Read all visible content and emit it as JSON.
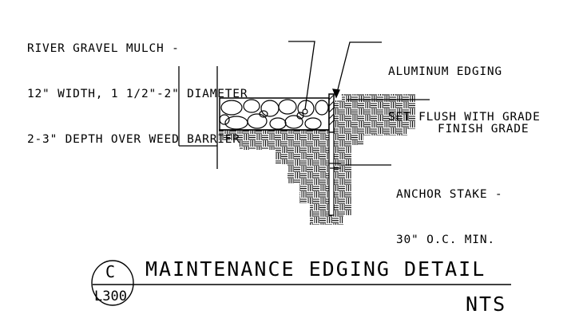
{
  "notes": {
    "gravel_line1": "RIVER GRAVEL MULCH -",
    "gravel_line2": "12\" WIDTH, 1 1/2\"-2\" DIAMETER",
    "gravel_line3": "2-3\" DEPTH OVER WEED BARRIER",
    "edging_line1": "ALUMINUM EDGING",
    "edging_line2": "SET FLUSH WITH GRADE",
    "finish_grade": "FINISH GRADE",
    "stake_line1": "ANCHOR STAKE -",
    "stake_line2": "30\" O.C. MIN."
  },
  "title_block": {
    "detail_letter": "C",
    "sheet_number": "L300",
    "title": "MAINTENANCE EDGING DETAIL",
    "scale": "NTS"
  }
}
